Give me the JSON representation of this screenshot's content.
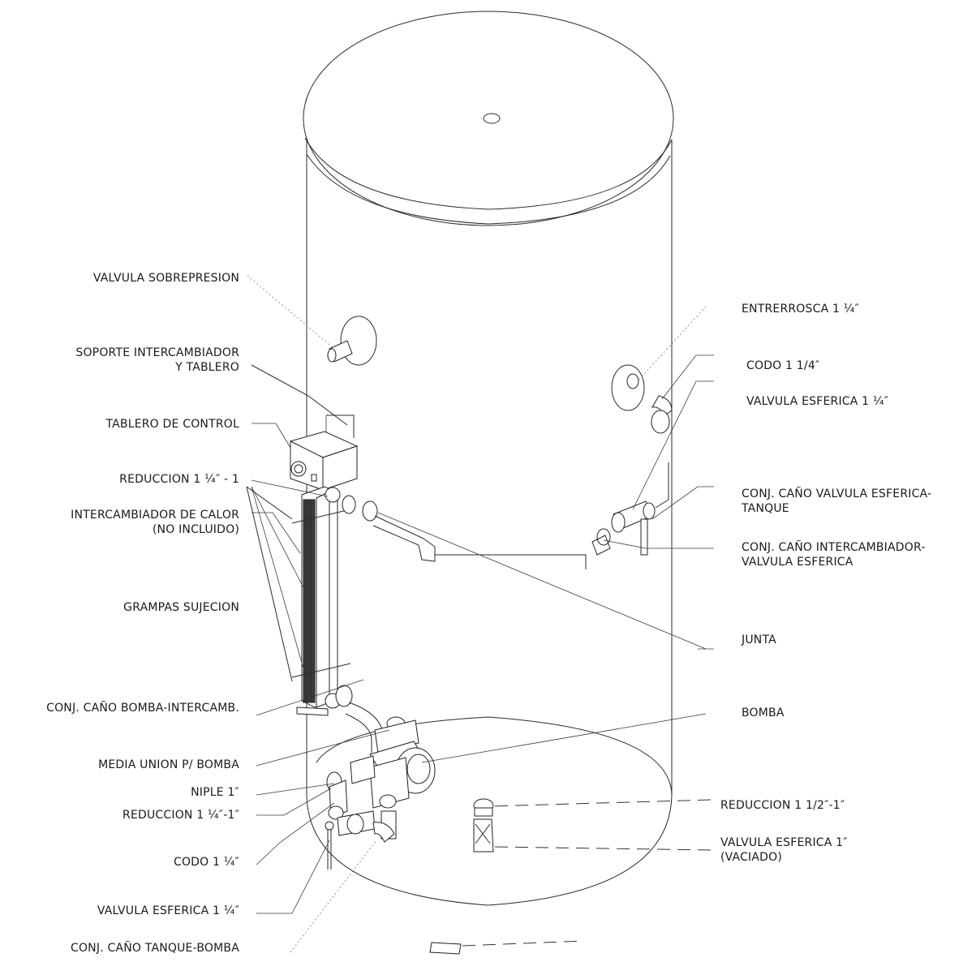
{
  "labels_left": [
    {
      "id": "valvula-sobrepresion",
      "line1": "VALVULA SOBREPRESION",
      "line2": ""
    },
    {
      "id": "soporte-intercambiador",
      "line1": "SOPORTE INTERCAMBIADOR",
      "line2": "Y TABLERO"
    },
    {
      "id": "tablero-control",
      "line1": "TABLERO DE CONTROL",
      "line2": ""
    },
    {
      "id": "reduccion-1-1-4-1",
      "line1": "REDUCCION 1 ¼″ - 1",
      "line2": ""
    },
    {
      "id": "intercambiador-calor",
      "line1": "INTERCAMBIADOR DE CALOR",
      "line2": "(NO INCLUIDO)"
    },
    {
      "id": "grampas-sujecion",
      "line1": "GRAMPAS SUJECION",
      "line2": ""
    },
    {
      "id": "cano-bomba-intercamb",
      "line1": "CONJ. CAÑO BOMBA-INTERCAMB.",
      "line2": ""
    },
    {
      "id": "media-union-bomba",
      "line1": "MEDIA UNION P/ BOMBA",
      "line2": ""
    },
    {
      "id": "niple-1",
      "line1": "NIPLE 1″",
      "line2": ""
    },
    {
      "id": "reduccion-1-1-4-1b",
      "line1": "REDUCCION 1 ¼″-1″",
      "line2": ""
    },
    {
      "id": "codo-1-1-4-left",
      "line1": "CODO 1 ¼″",
      "line2": ""
    },
    {
      "id": "valvula-esferica-left",
      "line1": "VALVULA ESFERICA 1 ¼″",
      "line2": ""
    },
    {
      "id": "cano-tanque-bomba",
      "line1": "CONJ. CAÑO TANQUE-BOMBA",
      "line2": ""
    }
  ],
  "labels_right": [
    {
      "id": "entrerrosca",
      "line1": "ENTRERROSCA 1 ¼″",
      "line2": ""
    },
    {
      "id": "codo-1-1-4-right",
      "line1": "CODO 1 1/4″",
      "line2": ""
    },
    {
      "id": "valvula-esferica-right",
      "line1": "VALVULA ESFERICA 1 ¼″",
      "line2": ""
    },
    {
      "id": "cano-valvula-tanque",
      "line1": "CONJ. CAÑO VALVULA ESFERICA-",
      "line2": "TANQUE"
    },
    {
      "id": "cano-intercambiador-valvula",
      "line1": "CONJ. CAÑO INTERCAMBIADOR-",
      "line2": "VALVULA ESFERICA"
    },
    {
      "id": "junta",
      "line1": "JUNTA",
      "line2": ""
    },
    {
      "id": "bomba",
      "line1": "BOMBA",
      "line2": ""
    },
    {
      "id": "reduccion-1-1-2-1",
      "line1": "REDUCCION 1 1/2″-1″",
      "line2": ""
    },
    {
      "id": "valvula-esferica-vaciado",
      "line1": "VALVULA ESFERICA 1″",
      "line2": "(VACIADO)"
    }
  ]
}
